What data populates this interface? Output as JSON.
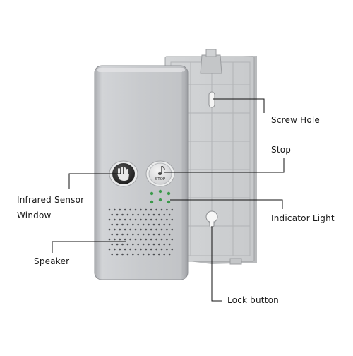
{
  "labels": {
    "screw_hole": "Screw Hole",
    "stop": "Stop",
    "infrared_line1": "Infrared Sensor",
    "infrared_line2": "Window",
    "indicator_light": "Indicator Light",
    "speaker": "Speaker",
    "lock_button": "Lock button",
    "stop_button_text": "STOP"
  },
  "icons": {
    "hand": "hand-icon",
    "music_note": "music-note-icon"
  },
  "colors": {
    "device_body": "#c9cacd",
    "mount_plate": "#d6d8da",
    "indicator": "#3a9a4a",
    "leader_line": "#111111"
  }
}
